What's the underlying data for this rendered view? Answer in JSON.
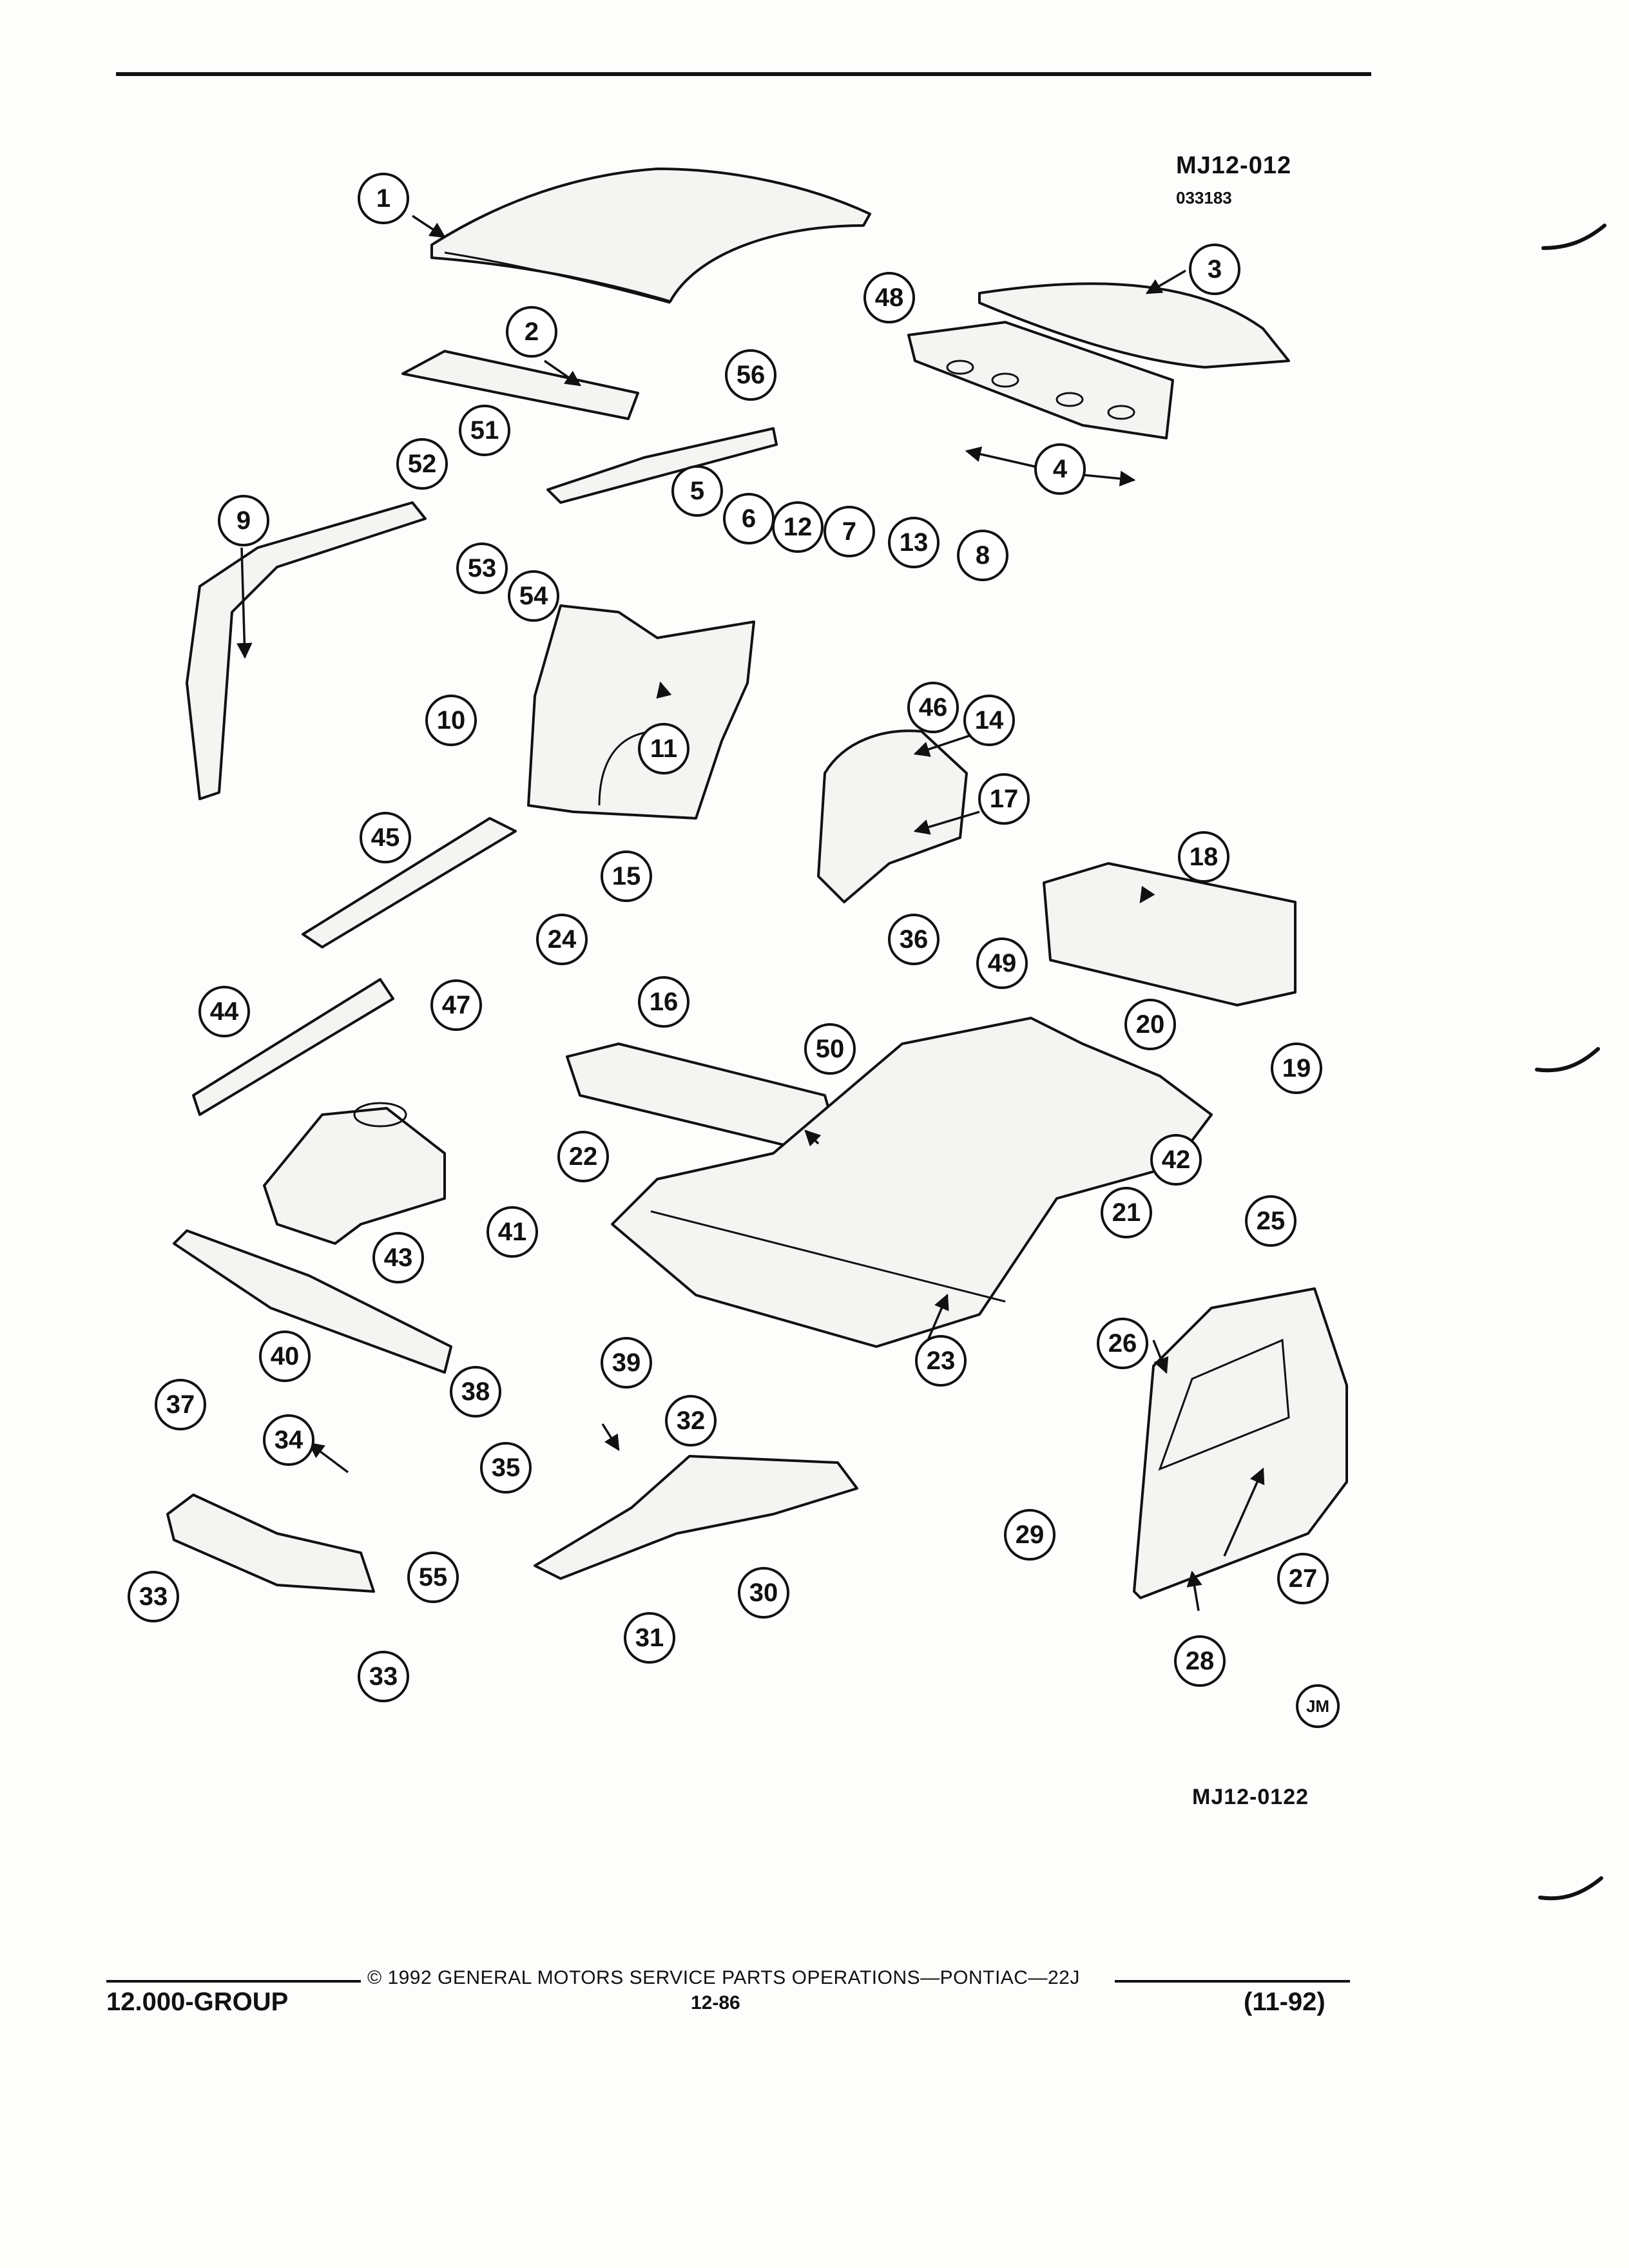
{
  "diagram": {
    "figure_code": "MJ12-012",
    "figure_subcode": "033183",
    "bottom_code": "MJ12-0122",
    "artist_mark": "JM",
    "callouts": [
      "1",
      "2",
      "3",
      "4",
      "5",
      "6",
      "7",
      "8",
      "9",
      "10",
      "11",
      "12",
      "13",
      "14",
      "15",
      "16",
      "17",
      "18",
      "19",
      "20",
      "21",
      "22",
      "23",
      "24",
      "25",
      "26",
      "27",
      "28",
      "29",
      "30",
      "31",
      "32",
      "33",
      "34",
      "35",
      "36",
      "37",
      "38",
      "39",
      "40",
      "41",
      "42",
      "43",
      "44",
      "45",
      "46",
      "47",
      "48",
      "49",
      "50",
      "51",
      "52",
      "53",
      "54",
      "55",
      "56"
    ]
  },
  "footer": {
    "group": "12.000-GROUP",
    "copyright": "© 1992 GENERAL MOTORS SERVICE PARTS OPERATIONS—PONTIAC—22J",
    "page": "12-86",
    "date": "(11-92)"
  }
}
